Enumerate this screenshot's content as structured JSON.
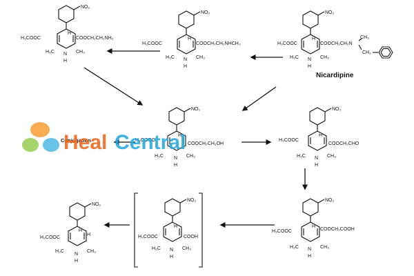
{
  "colors": {
    "ink": "#111111",
    "watermark_heal": "#f06a1e",
    "watermark_central": "#2aa9e0",
    "logo_green": "#8cc63f",
    "logo_blue": "#3bb0e3",
    "logo_orange": "#f7941d"
  },
  "watermark": {
    "word1": "Heal",
    "word2": "Central"
  },
  "molecules": {
    "nicardipine": {
      "name": "Nicardipine",
      "left": "H₃COOC",
      "right": "COOCH₂CH₂N",
      "nsub_top": "CH₃",
      "nsub_bottom": "CH₂",
      "nitro": "NO₂",
      "h4": "H",
      "nh": "N",
      "h1": "H",
      "me_l": "H₃C",
      "me_r": "CH₃"
    },
    "n_desbenzyl": {
      "left": "H₃COOC",
      "right": "COOCH₂CH₂NHCH₃",
      "nitro": "NO₂",
      "h4": "H",
      "nh": "N",
      "h1": "H",
      "me_l": "H₃C",
      "me_r": "CH₃"
    },
    "n_desmethyl": {
      "left": "H₃COOC",
      "right": "COOCH₂CH₂NH₂",
      "nitro": "NO₂",
      "h4": "H",
      "nh": "N",
      "h1": "H",
      "me_l": "H₃C",
      "me_r": "CH₃"
    },
    "alcohol": {
      "left": "H₃COOC",
      "right": "COOCH₂CH₂OH",
      "nitro": "NO₂",
      "h4": "H",
      "nh": "N",
      "h1": "H",
      "me_l": "H₃C",
      "me_r": "CH₃",
      "conjugation": "Conjugation"
    },
    "aldehyde": {
      "left": "H₃COOC",
      "right": "COOCH₂CHO",
      "nitro": "NO₂",
      "h4": "H",
      "nh": "N",
      "h1": "H",
      "me_l": "H₃C",
      "me_r": "CH₃"
    },
    "acid": {
      "left": "H₃COOC",
      "right": "COOCH₂COOH",
      "nitro": "NO₂",
      "h4": "H",
      "nh": "N",
      "h1": "H",
      "me_l": "H₃C",
      "me_r": "CH₃"
    },
    "carboxylic": {
      "left": "H₃COOC",
      "right": "COOH",
      "nitro": "NO₂",
      "h4": "H",
      "nh": "N",
      "h1": "H",
      "me_l": "H₃C",
      "me_r": "CH₃"
    },
    "decarboxylated": {
      "left": "H₃COOC",
      "right": "H",
      "nitro": "NO₂",
      "h4": "H",
      "nh": "N",
      "h1": "H",
      "me_l": "H₃C",
      "me_r": "CH₃"
    }
  }
}
